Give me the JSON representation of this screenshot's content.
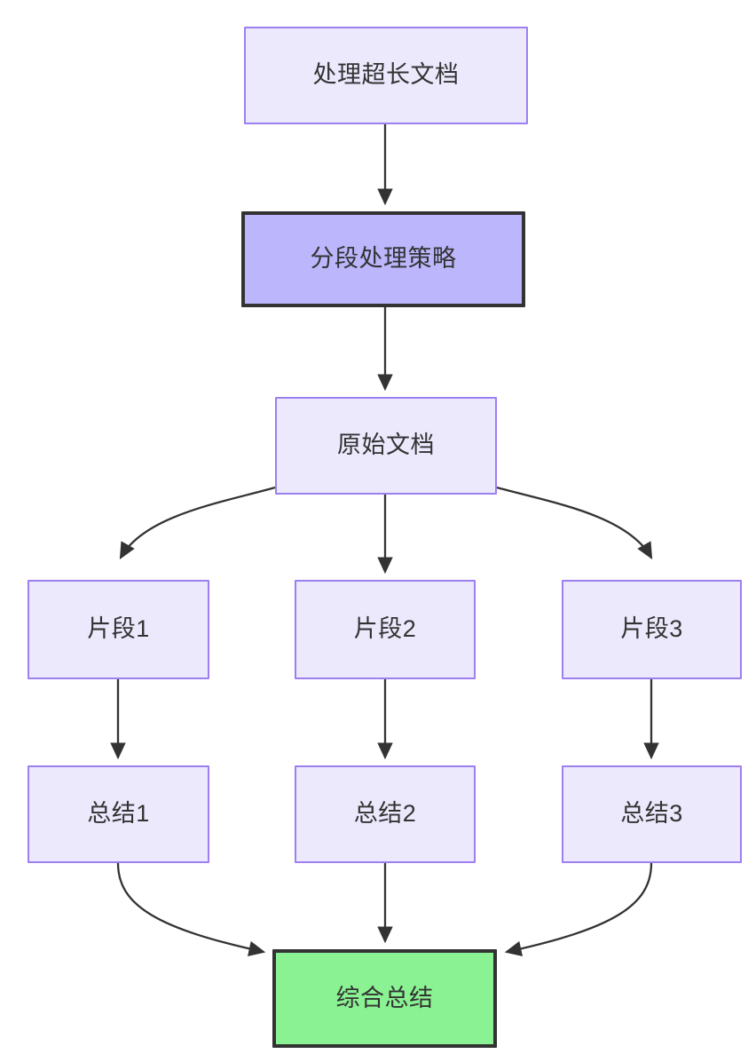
{
  "diagram": {
    "type": "flowchart",
    "direction": "top-down",
    "title": "",
    "background_color": "#ffffff",
    "styles": {
      "default_fill": "#ece9fd",
      "default_stroke": "#9d7ff0",
      "highlight_fill": "#bcb6fc",
      "highlight_stroke": "#333333",
      "success_fill": "#8bf293",
      "success_stroke": "#333333",
      "edge_color": "#333333",
      "text_color": "#333333"
    },
    "nodes": [
      {
        "id": "doc",
        "label": "处理超长文档",
        "style": "default"
      },
      {
        "id": "strategy",
        "label": "分段处理策略",
        "style": "highlight"
      },
      {
        "id": "source",
        "label": "原始文档",
        "style": "default"
      },
      {
        "id": "seg1",
        "label": "片段1",
        "style": "default"
      },
      {
        "id": "seg2",
        "label": "片段2",
        "style": "default"
      },
      {
        "id": "seg3",
        "label": "片段3",
        "style": "default"
      },
      {
        "id": "sum1",
        "label": "总结1",
        "style": "default"
      },
      {
        "id": "sum2",
        "label": "总结2",
        "style": "default"
      },
      {
        "id": "sum3",
        "label": "总结3",
        "style": "default"
      },
      {
        "id": "final",
        "label": "综合总结",
        "style": "success"
      }
    ],
    "edges": [
      {
        "from": "doc",
        "to": "strategy",
        "label": "",
        "shape": "straight"
      },
      {
        "from": "strategy",
        "to": "source",
        "label": "",
        "shape": "straight"
      },
      {
        "from": "source",
        "to": "seg1",
        "label": "",
        "shape": "curved"
      },
      {
        "from": "source",
        "to": "seg2",
        "label": "",
        "shape": "straight"
      },
      {
        "from": "source",
        "to": "seg3",
        "label": "",
        "shape": "curved"
      },
      {
        "from": "seg1",
        "to": "sum1",
        "label": "",
        "shape": "straight"
      },
      {
        "from": "seg2",
        "to": "sum2",
        "label": "",
        "shape": "straight"
      },
      {
        "from": "seg3",
        "to": "sum3",
        "label": "",
        "shape": "straight"
      },
      {
        "from": "sum1",
        "to": "final",
        "label": "",
        "shape": "curved"
      },
      {
        "from": "sum2",
        "to": "final",
        "label": "",
        "shape": "straight"
      },
      {
        "from": "sum3",
        "to": "final",
        "label": "",
        "shape": "curved"
      }
    ]
  }
}
